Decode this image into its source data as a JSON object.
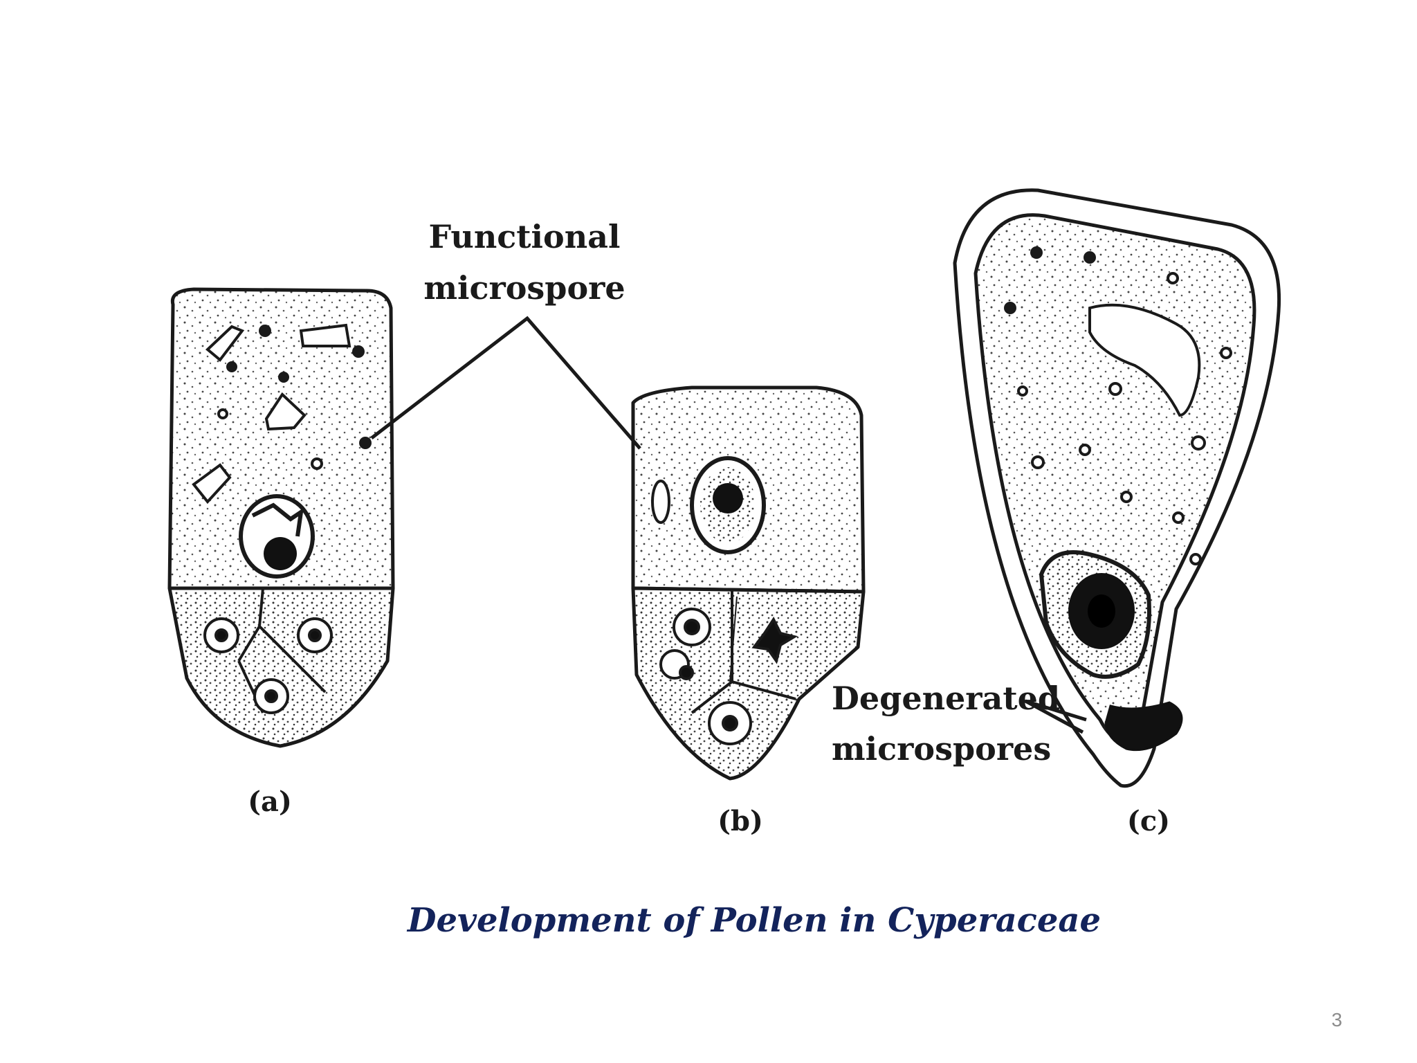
{
  "labels": {
    "functional_line1": "Functional",
    "functional_line2": "microspore",
    "degenerated_line1": "Degenerated",
    "degenerated_line2": "microspores",
    "panel_a": "(a)",
    "panel_b": "(b)",
    "panel_c": "(c)"
  },
  "caption": "Development of Pollen in Cyperaceae",
  "page_number": "3",
  "colors": {
    "ink": "#1a1a1a",
    "caption": "#13235b",
    "page_number": "#8c8c8c"
  }
}
